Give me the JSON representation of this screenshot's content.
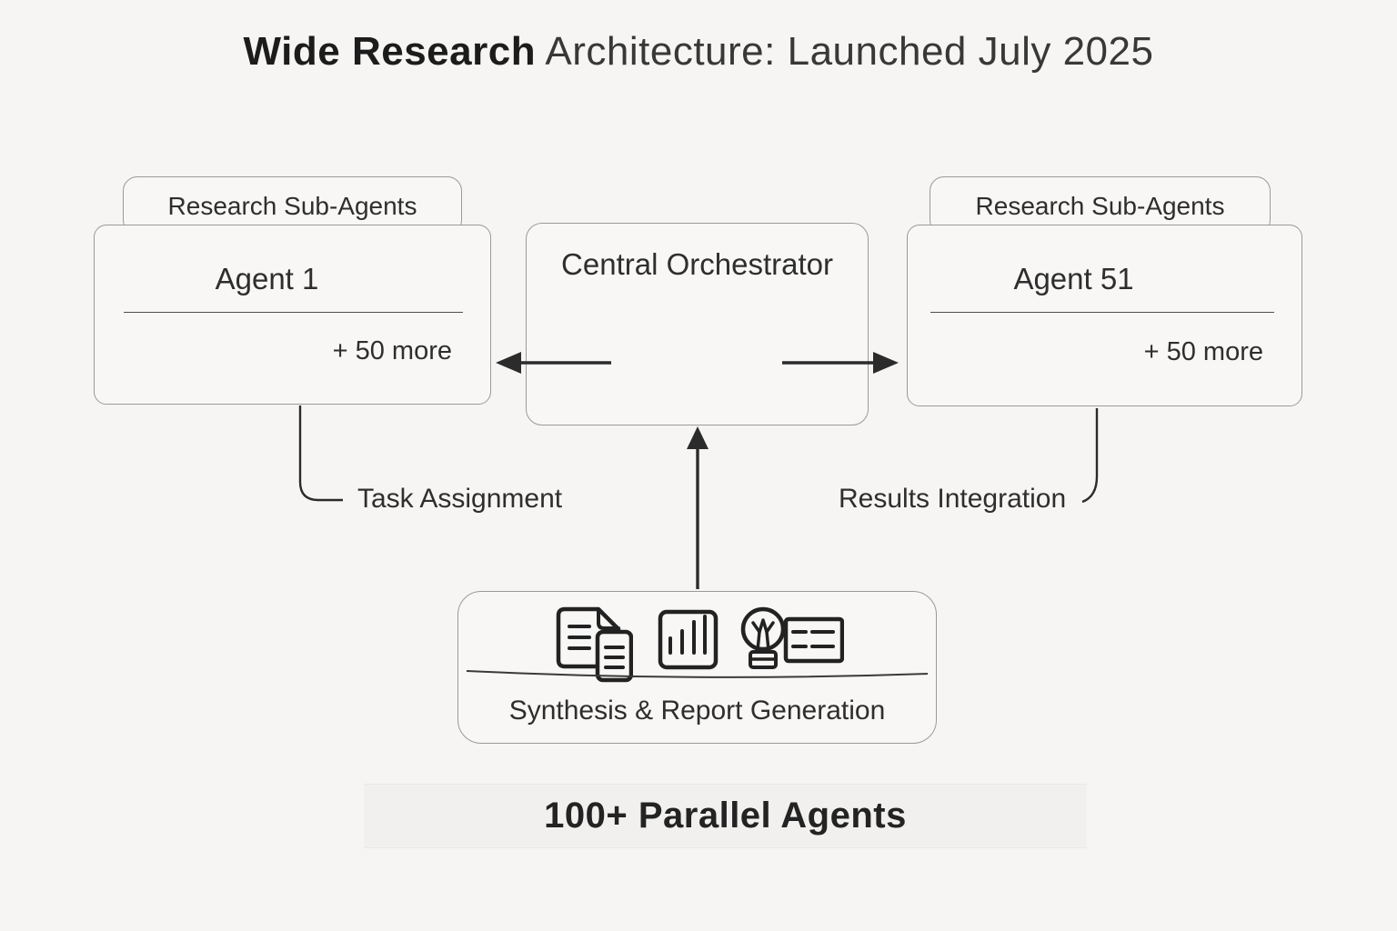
{
  "colors": {
    "background": "#f6f5f3",
    "card": "#f8f7f6",
    "cardBorder": "#9a9a9a",
    "text": "#2e2e2e",
    "line": "#2b2b2b",
    "band": "#f1f0ee"
  },
  "title": {
    "bold": "Wide Research",
    "rest": " Architecture: Launched July 2025"
  },
  "left_group": {
    "tab": "Research Sub-Agents",
    "agent": "Agent 1",
    "more": "+ 50 more"
  },
  "center": {
    "title": "Central Orchestrator"
  },
  "right_group": {
    "tab": "Research Sub-Agents",
    "agent": "Agent 51",
    "more": "+ 50 more"
  },
  "edge_labels": {
    "task": "Task Assignment",
    "results": "Results Integration"
  },
  "synthesis": {
    "label": "Synthesis & Report Generation",
    "icons": [
      "documents-icon",
      "bar-chart-icon",
      "lightbulb-notes-icon"
    ]
  },
  "banner": {
    "label": "100+ Parallel Agents"
  }
}
